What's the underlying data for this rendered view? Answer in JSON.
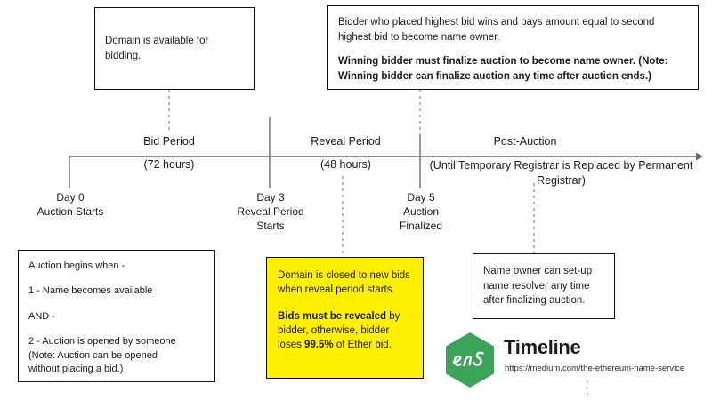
{
  "diagram": {
    "title": "ENS Auction Timeline",
    "accent_yellow": "#FFF000",
    "ens_green": "#3DA35A",
    "axis_color": "#6b6b6b"
  },
  "boxes": {
    "domain_available": {
      "line1": "Domain is available for bidding."
    },
    "bidder_rules": {
      "para1": "Bidder who placed highest bid wins and pays amount equal to second highest bid to become name owner.",
      "para2": "Winning bidder must finalize auction to become name owner. (Note: Winning bidder can finalize auction any time after auction ends.)"
    },
    "auction_begins": {
      "heading": "Auction begins when -",
      "item1": "1 - Name becomes available",
      "conjunction": "AND -",
      "item2": "2 - Auction is opened by someone",
      "item2_note": "(Note: Auction can be opened",
      "item2_note2": "without placing a bid.)"
    },
    "reveal_rules": {
      "para1": "Domain is closed to new bids when reveal period starts.",
      "para2_bold": "Bids must be revealed",
      "para2_mid": " by bidder, otherwise, bidder loses ",
      "para2_bold2": "99.5%",
      "para2_end": " of Ether bid."
    },
    "resolver": {
      "line1": "Name owner can set-up name resolver any time after finalizing auction."
    }
  },
  "timeline": {
    "periods": [
      {
        "name": "Bid Period",
        "duration": "(72 hours)"
      },
      {
        "name": "Reveal Period",
        "duration": "(48 hours)"
      },
      {
        "name": "Post-Auction",
        "duration": "(Until Temporary Registrar is Replaced by Permanent Registrar)"
      }
    ],
    "ticks": [
      {
        "day": "Day 0",
        "line2": "Auction Starts",
        "line3": ""
      },
      {
        "day": "Day 3",
        "line2": "Reveal Period",
        "line3": "Starts"
      },
      {
        "day": "Day 5",
        "line2": "Auction",
        "line3": "Finalized"
      }
    ]
  },
  "branding": {
    "logo_text": "ens",
    "title": "Timeline",
    "url": "https://medium.com/the-ethereum-name-service"
  }
}
